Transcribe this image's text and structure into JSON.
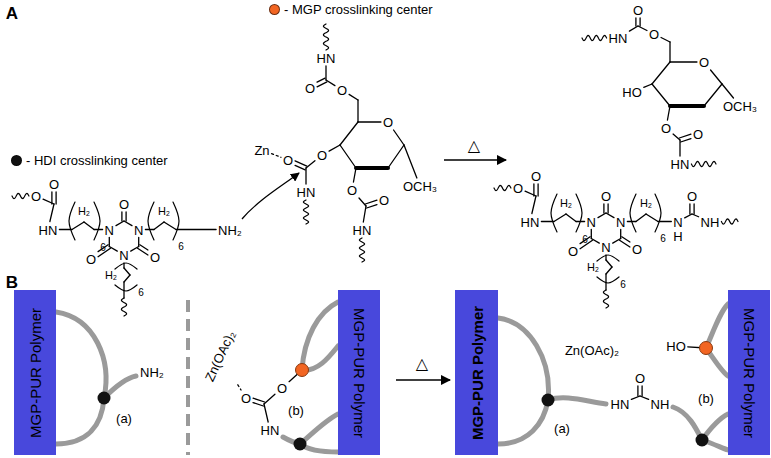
{
  "diagram": {
    "nodes": [
      {
        "text": [
          "MGP-PUR Polymer"
        ]
      },
      {
        "text": [
          "MGP-PUR Polymer"
        ]
      },
      {
        "text": [
          "MGP-PUR Polymer"
        ]
      },
      {
        "text": [
          "MGP-PUR Polymer"
        ]
      }
    ],
    "labels": [
      "A",
      "O",
      "O",
      "HN",
      "H₂",
      "6",
      "N",
      "O",
      "N",
      "O",
      "O",
      "N",
      "H₂",
      "6",
      "NH₂",
      "H₂",
      "6",
      "Zn",
      "HN",
      "O",
      "O",
      "O",
      "O",
      "O",
      "HN",
      "O",
      "O",
      "HN",
      "OCH₃",
      "△",
      "O",
      "O",
      "HN",
      "H₂",
      "6",
      "N",
      "O",
      "N",
      "O",
      "O",
      "N",
      "H₂",
      "6",
      "N",
      "H",
      "O",
      "NH",
      "H₂",
      "6",
      "HN",
      "O",
      "O",
      "O",
      "HO",
      "OCH₃",
      "O",
      "O",
      "HN",
      "B",
      "NH₂",
      "(a)",
      "Zn(OAc)₂",
      "O",
      "O",
      "HN",
      "(b)",
      "△",
      "Zn(OAc)₂",
      "(a)",
      "HN",
      "O",
      "NH",
      "HO",
      "(b)"
    ],
    "legend": [
      {
        "text": "- MGP crosslinking center",
        "color": "#f26522"
      },
      {
        "text": "- HDI crosslinking center",
        "color": "#111111"
      }
    ]
  }
}
